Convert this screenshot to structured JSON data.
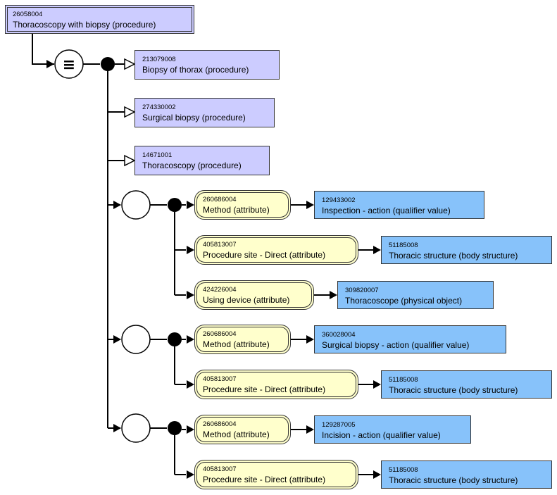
{
  "focus_concept": {
    "code": "26058004",
    "term": "Thoracoscopy with biopsy (procedure)"
  },
  "definition_status_symbol": "≡",
  "parents": [
    {
      "code": "213079008",
      "term": "Biopsy of thorax (procedure)"
    },
    {
      "code": "274330002",
      "term": "Surgical biopsy (procedure)"
    },
    {
      "code": "14671001",
      "term": "Thoracoscopy (procedure)"
    }
  ],
  "groups": [
    {
      "attributes": [
        {
          "attr_code": "260686004",
          "attr_term": "Method (attribute)",
          "value_code": "129433002",
          "value_term": "Inspection - action (qualifier value)"
        },
        {
          "attr_code": "405813007",
          "attr_term": "Procedure site - Direct (attribute)",
          "value_code": "51185008",
          "value_term": "Thoracic structure (body structure)"
        },
        {
          "attr_code": "424226004",
          "attr_term": "Using device (attribute)",
          "value_code": "309820007",
          "value_term": "Thoracoscope (physical object)"
        }
      ]
    },
    {
      "attributes": [
        {
          "attr_code": "260686004",
          "attr_term": "Method (attribute)",
          "value_code": "360028004",
          "value_term": "Surgical biopsy - action (qualifier value)"
        },
        {
          "attr_code": "405813007",
          "attr_term": "Procedure site - Direct (attribute)",
          "value_code": "51185008",
          "value_term": "Thoracic structure (body structure)"
        }
      ]
    },
    {
      "attributes": [
        {
          "attr_code": "260686004",
          "attr_term": "Method (attribute)",
          "value_code": "129287005",
          "value_term": "Incision - action (qualifier value)"
        },
        {
          "attr_code": "405813007",
          "attr_term": "Procedure site - Direct (attribute)",
          "value_code": "51185008",
          "value_term": "Thoracic structure (body structure)"
        }
      ]
    }
  ],
  "colors": {
    "concept_fill": "#ccccff",
    "value_fill": "#87c2fa",
    "attribute_fill": "#ffffcc",
    "line": "#000000"
  }
}
